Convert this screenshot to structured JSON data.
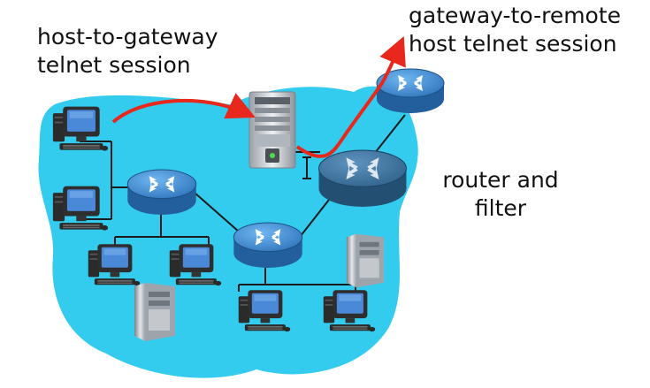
{
  "labels": {
    "host_to_gateway": [
      "host-to-gateway",
      "telnet session"
    ],
    "gateway_to_remote": [
      "gateway-to-remote",
      "host telnet session"
    ],
    "router_filter": [
      "router and",
      "filter"
    ]
  },
  "colors": {
    "network_blob": "#33ccee",
    "router_body": "#2a6fb8",
    "router_top": "#4a9be0",
    "filter_router_body": "#2d5f86",
    "filter_router_top": "#3f7fae",
    "session_arrow": "#e8281c",
    "cable": "#1a1a1a",
    "server_body": "#c8ccd2",
    "server_front": "#e9ebee"
  },
  "icons": {
    "workstations": [
      "workstation-icon",
      "workstation-icon",
      "workstation-icon",
      "workstation-icon",
      "workstation-icon",
      "workstation-icon"
    ],
    "routers": [
      "router-icon",
      "router-icon",
      "router-icon"
    ],
    "filter_router": "filter-router-icon",
    "gateway": "gateway-server-icon",
    "servers": [
      "server-tower-icon",
      "server-tower-icon"
    ]
  }
}
